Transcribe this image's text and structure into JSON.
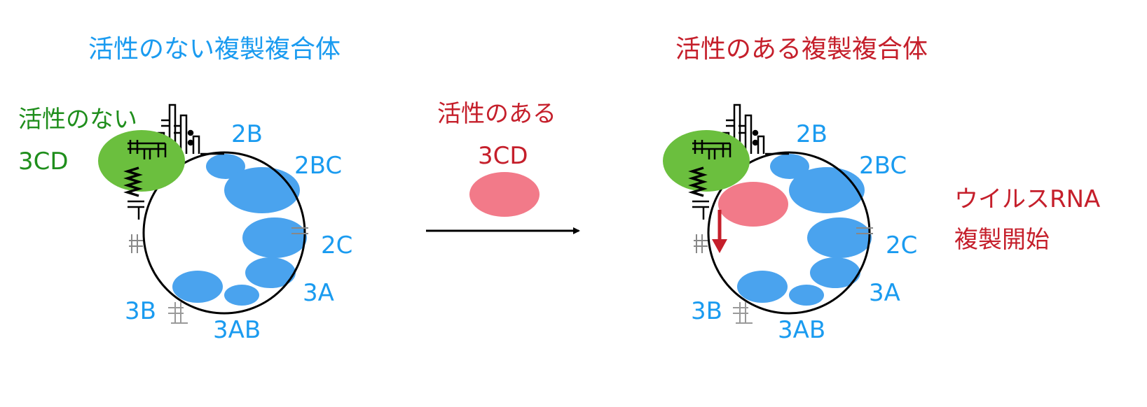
{
  "left_panel": {
    "title": "活性のない複製複合体",
    "inactive_3cd_line1": "活性のない",
    "inactive_3cd_line2": "3CD",
    "labels": {
      "p2b": "2B",
      "p2bc": "2BC",
      "p2c": "2C",
      "p3a": "3A",
      "p3ab": "3AB",
      "p3b": "3B"
    }
  },
  "middle": {
    "line1": "活性のある",
    "line2": "3CD"
  },
  "right_panel": {
    "title": "活性のある複製複合体",
    "labels": {
      "p2b": "2B",
      "p2bc": "2BC",
      "p2c": "2C",
      "p3a": "3A",
      "p3ab": "3AB",
      "p3b": "3B"
    },
    "result_line1": "ウイルスRNA",
    "result_line2": "複製開始"
  },
  "colors": {
    "inactive_text": "#1a9bf0",
    "active_text": "#c51f2b",
    "inactive_3cd": "#6bbf3e",
    "active_3cd": "#f27a89",
    "viral_protein": "#4aa3ee",
    "membrane": "#000000"
  }
}
